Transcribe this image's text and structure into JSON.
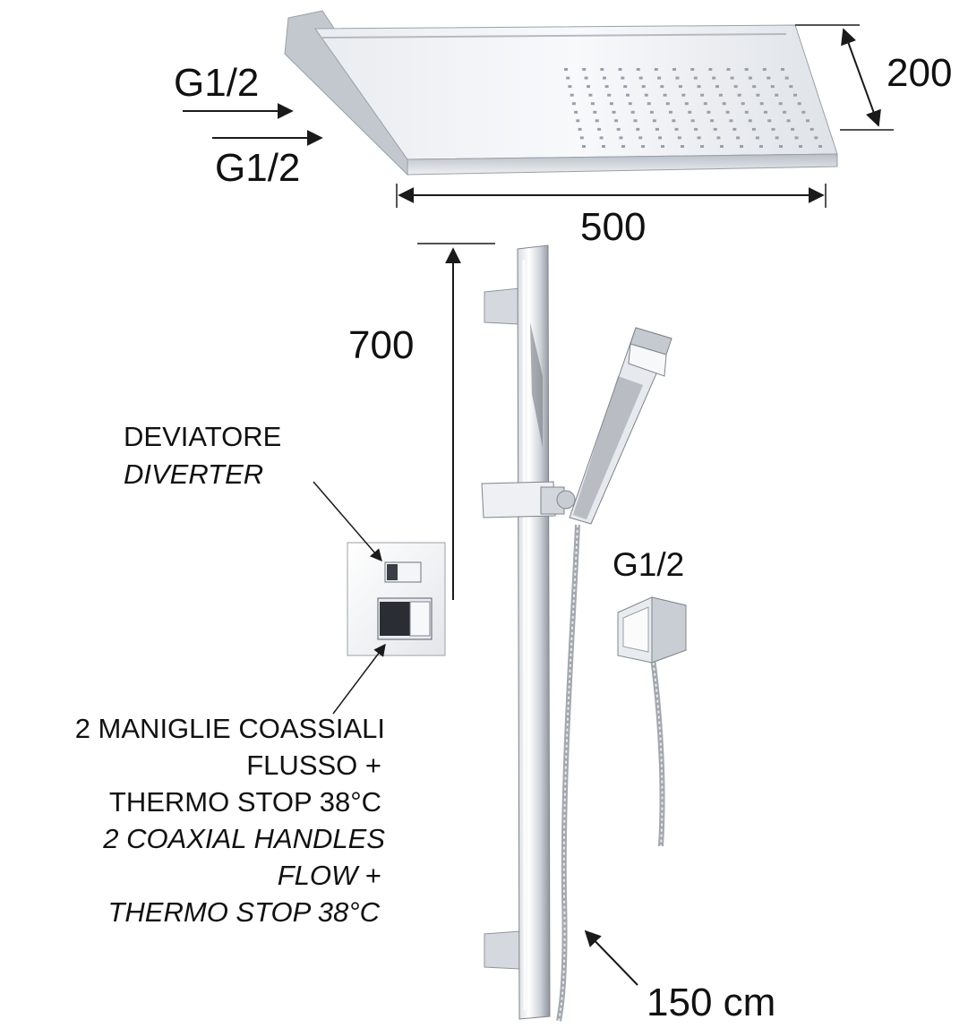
{
  "labels": {
    "inlet_top": "G1/2",
    "inlet_bottom": "G1/2",
    "depth": "200",
    "width": "500",
    "height": "700",
    "hose_outlet": "G1/2",
    "hose_length": "150 cm"
  },
  "diverter": {
    "it": "DEVIATORE",
    "en": "DIVERTER"
  },
  "handles": {
    "it_line1": "2 MANIGLIE COASSIALI",
    "it_line2_a": "FLUSSO",
    "it_line2_b": " +",
    "it_line3": "THERMO  STOP 38°C",
    "en_line1": "2 COAXIAL HANDLES",
    "en_line2_a": "FLOW",
    "en_line2_b": " +",
    "en_line3": "THERMO  STOP 38°C"
  },
  "colors": {
    "chrome_light": "#f2f4f7",
    "chrome_mid": "#c9ced6",
    "chrome_dark": "#5a5f68",
    "line": "#1a1a1a"
  }
}
